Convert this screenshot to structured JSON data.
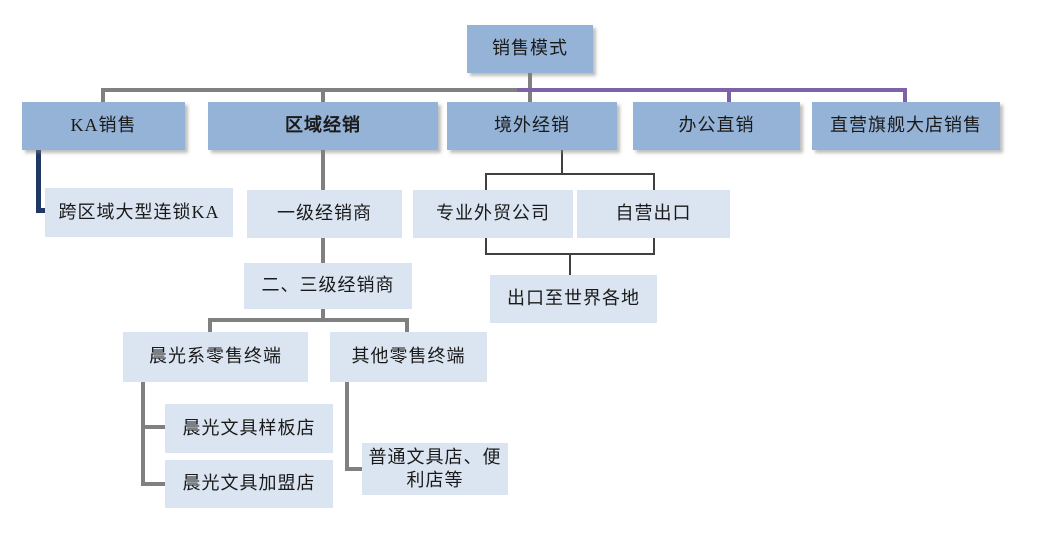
{
  "diagram_title": "销售模式",
  "nodes": {
    "sales_model": "销售模式",
    "ka_sales": "KA销售",
    "regional": "区域经销",
    "overseas": "境外经销",
    "office_direct": "办公直销",
    "flagship": "直营旗舰大店销售",
    "cross_ka": "跨区域大型连锁KA",
    "tier1": "一级经销商",
    "trade_co": "专业外贸公司",
    "self_export": "自营出口",
    "tier23": "二、三级经销商",
    "export_world": "出口至世界各地",
    "mg_retail": "晨光系零售终端",
    "other_retail": "其他零售终端",
    "mg_sample": "晨光文具样板店",
    "mg_franchise": "晨光文具加盟店",
    "ordinary": "普通文具店、便利店等"
  },
  "colors": {
    "background": "#FFFFFF",
    "node_fill": "#95B3D7",
    "node_fill_light": "#DBE5F1",
    "connector_gray": "#808080",
    "connector_purple": "#7E62A8",
    "connector_navy": "#1F3864",
    "connector_thin": "#404040",
    "text": "#1A1A1A"
  }
}
